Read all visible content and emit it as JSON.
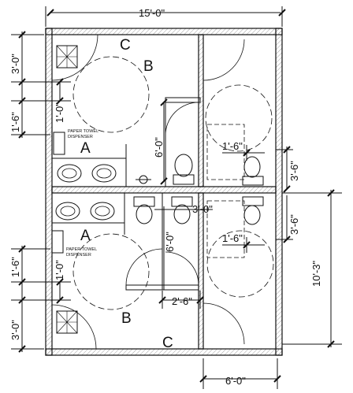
{
  "drawing": {
    "dimensions": {
      "overall_width": "15'-0\"",
      "bottom_width": "6'-0\"",
      "left_top_3_0": "3'-0\"",
      "left_top_1_0": "1'-0\"",
      "left_1_6_upper": "1'-6\"",
      "left_1_6_lower": "1'-6\"",
      "left_1_0_lower": "1'-0\"",
      "left_bottom_3_0": "3'-0\"",
      "center_6_0_upper": "6'-0\"",
      "center_6_0_lower": "6'-0\"",
      "center_3_0": "3'-0\"",
      "center_2_6": "2'-6\"",
      "right_1_6_upper": "1'-6\"",
      "right_1_6_lower": "1'-6\"",
      "right_3_6_upper": "3'-6\"",
      "right_3_6_lower": "3'-6\"",
      "right_10_3": "10'-3\""
    },
    "labels": {
      "upper_a": "A",
      "upper_b": "B",
      "upper_c": "C",
      "lower_a": "A",
      "lower_b": "B",
      "lower_c": "C"
    },
    "notes": {
      "paper_towel_upper_1": "PAPER TOWEL",
      "paper_towel_upper_2": "DISPENSER",
      "paper_towel_lower_1": "PAPER TOWEL",
      "paper_towel_lower_2": "DISPENSER"
    }
  }
}
